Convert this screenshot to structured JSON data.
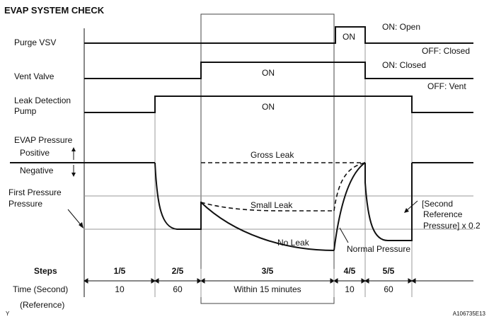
{
  "title": "EVAP SYSTEM CHECK",
  "signals": {
    "purge_vsv": {
      "label": "Purge VSV",
      "on_state": "ON: Open",
      "off_state": "OFF: Closed",
      "pulse": "ON"
    },
    "vent_valve": {
      "label": "Vent Valve",
      "on_state": "ON: Closed",
      "off_state": "OFF: Vent",
      "pulse": "ON"
    },
    "leak_pump": {
      "label_line1": "Leak Detection",
      "label_line2": "Pump",
      "pulse": "ON"
    }
  },
  "pressure": {
    "label": "EVAP Pressure",
    "positive": "Positive",
    "negative": "Negative",
    "first_ref_line1": "First Pressure",
    "first_ref_line2": "Pressure",
    "gross_leak": "Gross Leak",
    "small_leak": "Small Leak",
    "no_leak": "No Leak",
    "normal_pressure": "Normal Pressure",
    "second_ref_line1": "[Second",
    "second_ref_line2": "Reference",
    "second_ref_line3": "Pressure] x 0.2"
  },
  "steps": {
    "header": "Steps",
    "time_header": "Time (Second)",
    "reference": "(Reference)",
    "items": [
      {
        "step": "1/5",
        "time": "10"
      },
      {
        "step": "2/5",
        "time": "60"
      },
      {
        "step": "3/5",
        "time": "Within 15 minutes"
      },
      {
        "step": "4/5",
        "time": "10"
      },
      {
        "step": "5/5",
        "time": "60"
      }
    ]
  },
  "corner_mark": "Y",
  "figure_code": "A106735E13"
}
